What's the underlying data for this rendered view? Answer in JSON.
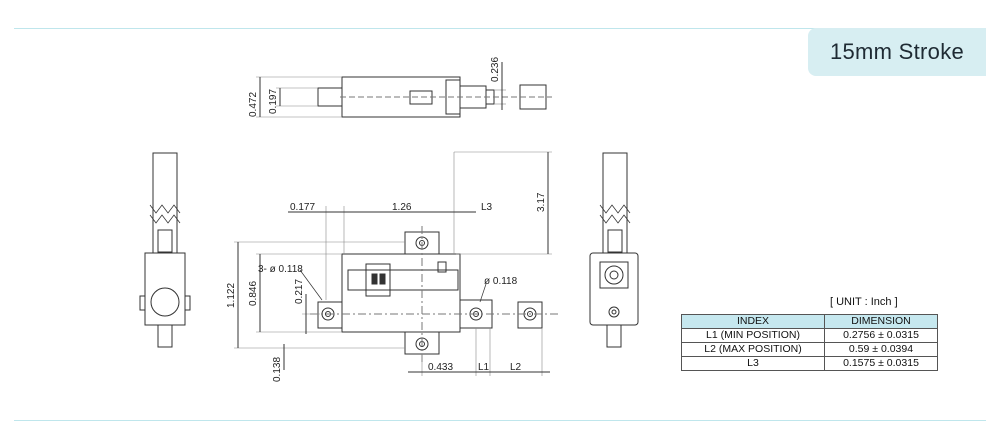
{
  "header": {
    "badge": "15mm Stroke"
  },
  "dimensions": {
    "top_height": "0.472",
    "top_inner": "0.197",
    "top_rod": "0.236",
    "gap_left": "0.177",
    "length": "1.26",
    "l3": "L3",
    "vertical_317": "3.17",
    "holes": "3- ø 0.118",
    "hole_right": "ø 0.118",
    "height_total": "1.122",
    "height_846": "0.846",
    "height_217": "0.217",
    "offset_138": "0.138",
    "bottom_433": "0.433",
    "l1": "L1",
    "l2": "L2"
  },
  "table": {
    "unit": "[ UNIT : Inch ]",
    "headers": [
      "INDEX",
      "DIMENSION"
    ],
    "rows": [
      [
        "L1 (MIN POSITION)",
        "0.2756 ± 0.0315"
      ],
      [
        "L2 (MAX POSITION)",
        "0.59 ± 0.0394"
      ],
      [
        "L3",
        "0.1575 ± 0.0315"
      ]
    ]
  }
}
